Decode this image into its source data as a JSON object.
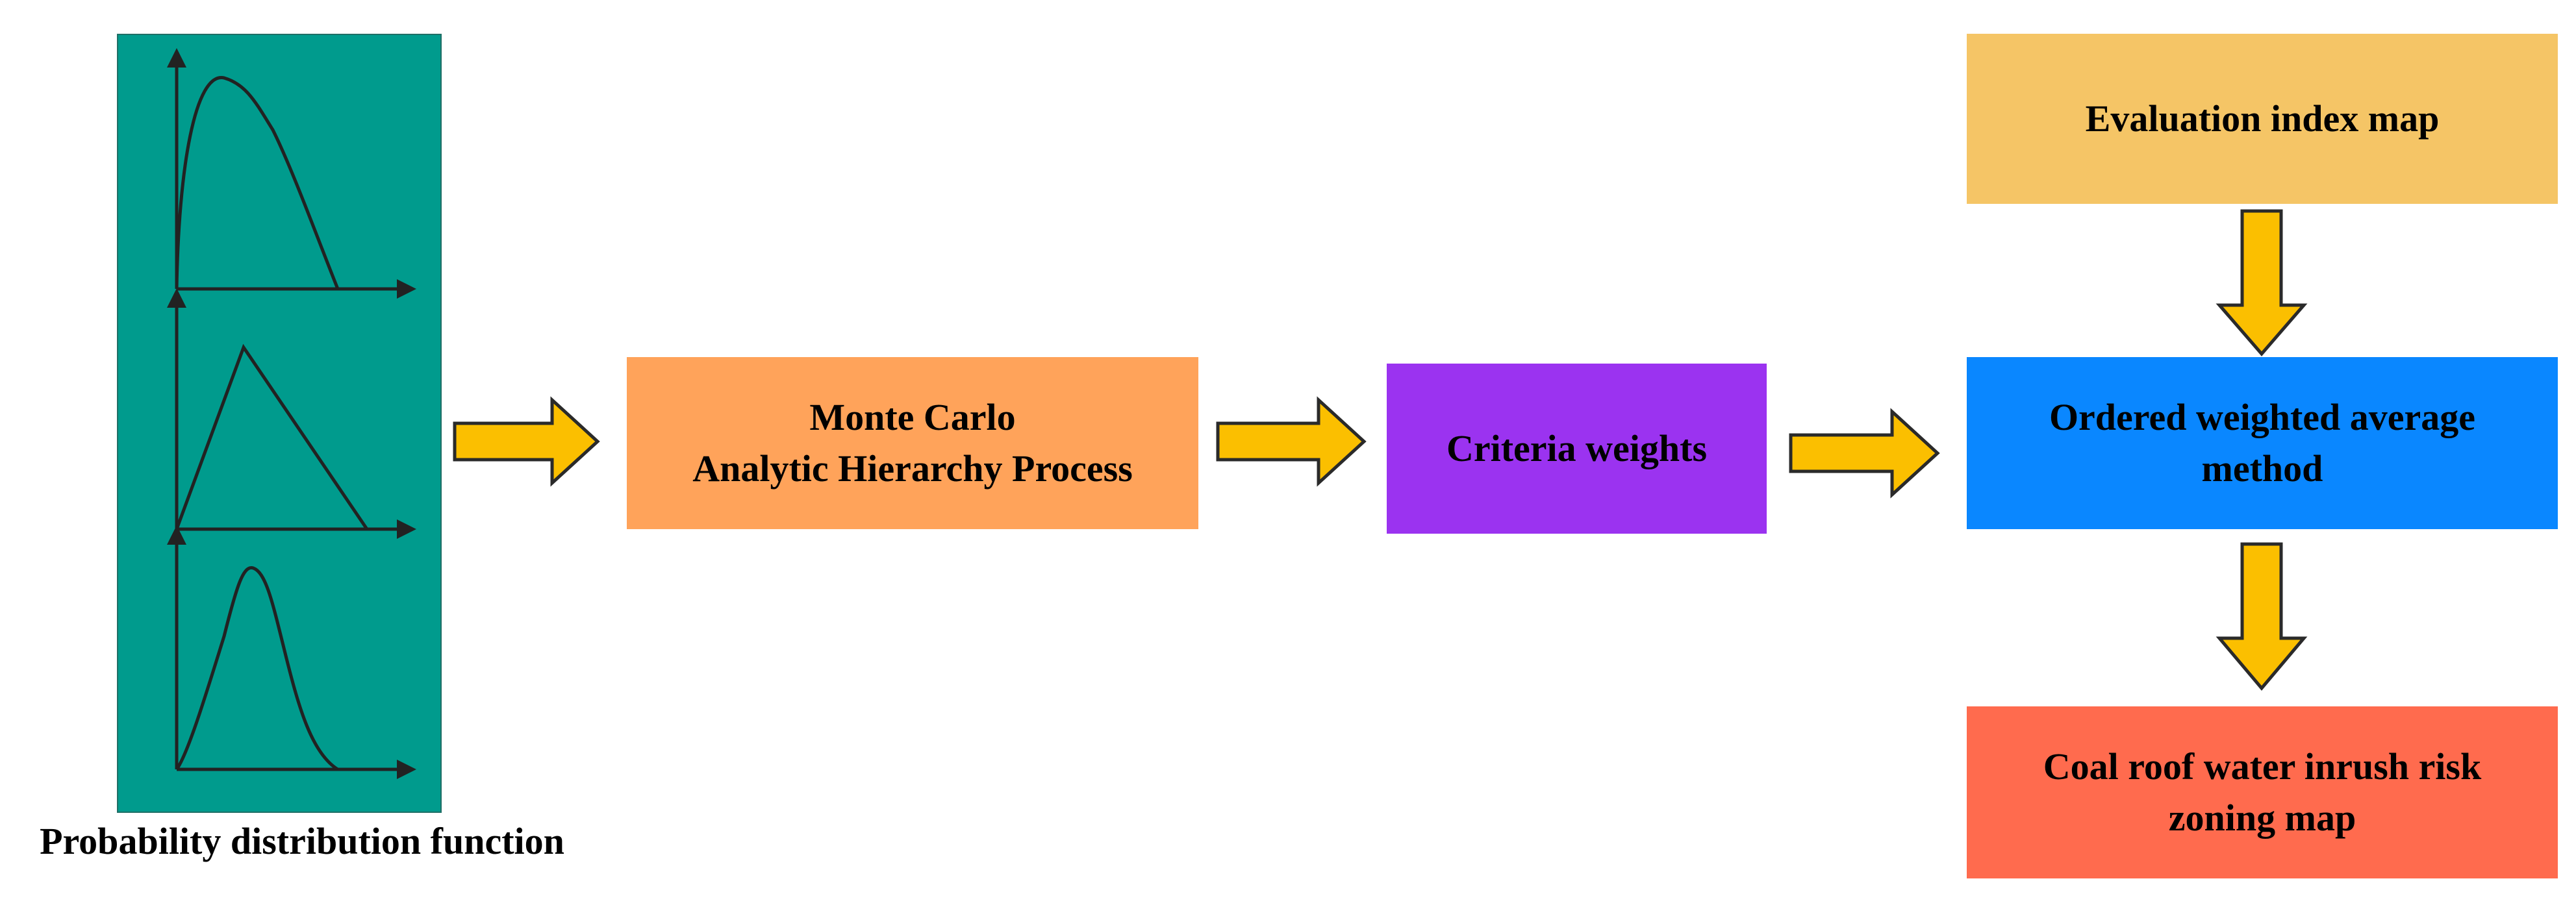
{
  "colors": {
    "panel": "#009b8d",
    "monte_carlo": "#ffa35a",
    "criteria": "#9b33f0",
    "ordered": "#0a87ff",
    "evaluation": "#f5c566",
    "coal_roof": "#ff6b4e",
    "arrow_fill": "#fbbf00",
    "arrow_stroke": "#2a2a2a",
    "axis": "#222222"
  },
  "icons": {
    "flow_arrow": "block-arrow-icon",
    "distribution": "distribution-curve-icon"
  },
  "pdf": {
    "caption": "Probability distribution function"
  },
  "boxes": {
    "monte_carlo": {
      "line1": "Monte Carlo",
      "line2": "Analytic Hierarchy Process"
    },
    "criteria": {
      "line1": "Criteria weights"
    },
    "ordered": {
      "line1": "Ordered weighted average",
      "line2": "method"
    },
    "evaluation": {
      "line1": "Evaluation index map"
    },
    "coal_roof": {
      "line1": "Coal roof water inrush risk",
      "line2": "zoning map"
    }
  }
}
